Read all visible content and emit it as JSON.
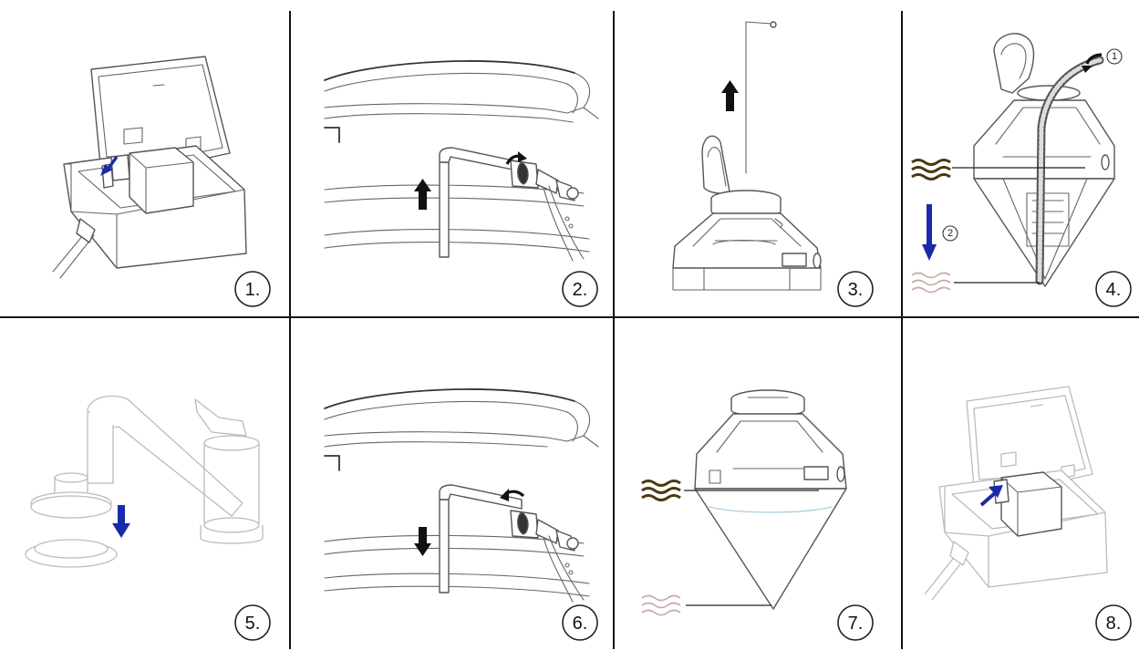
{
  "steps": [
    {
      "number": 1,
      "label": "1."
    },
    {
      "number": 2,
      "label": "2."
    },
    {
      "number": 3,
      "label": "3."
    },
    {
      "number": 4,
      "label": "4."
    },
    {
      "number": 5,
      "label": "5."
    },
    {
      "number": 6,
      "label": "6."
    },
    {
      "number": 7,
      "label": "7."
    },
    {
      "number": 8,
      "label": "8."
    }
  ],
  "substeps": [
    {
      "label": "1"
    },
    {
      "label": "2"
    }
  ],
  "colors": {
    "accent_blue": "#1a2aa8",
    "arrow_black": "#111111",
    "water_dark": "#4a3a10",
    "water_light": "#c9a8a8",
    "grid": "#111111"
  },
  "icons": {
    "direction_arrow": "arrow-icon",
    "water_full": "wavy-lines-dark-icon",
    "water_empty": "wavy-lines-light-icon"
  }
}
